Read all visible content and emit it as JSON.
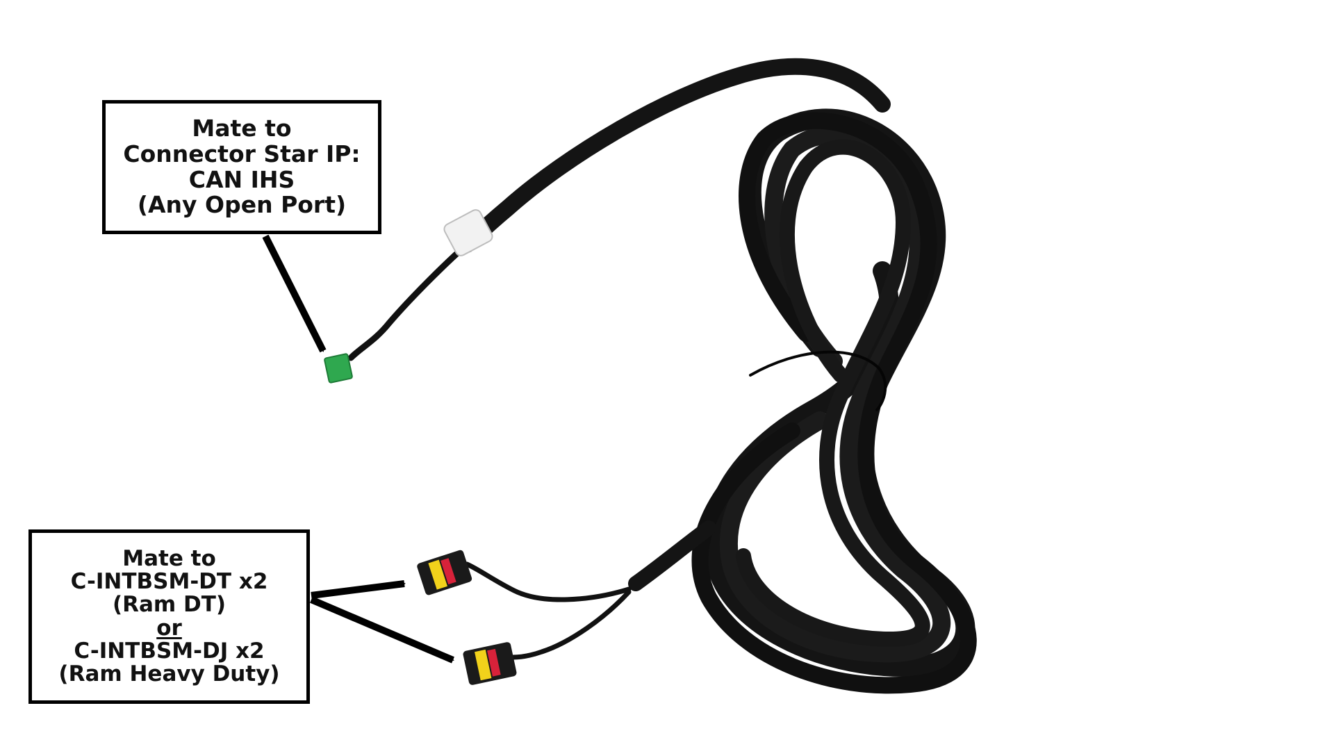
{
  "callout_top": {
    "lines": [
      "Mate to",
      "Connector Star IP:",
      "CAN IHS",
      "(Any Open Port)"
    ]
  },
  "callout_bottom": {
    "lines": [
      "Mate to",
      "C-INTBSM-DT x2",
      "(Ram DT)",
      "or",
      "C-INTBSM-DJ x2",
      "(Ram Heavy Duty)"
    ]
  },
  "colors": {
    "background": "#ffffff",
    "cable": "#141414",
    "connector_green": "#2fa84f",
    "connector_black": "#1a1a1a",
    "connector_yellow": "#f2d21b",
    "connector_red": "#d8223a",
    "label_band": "#f2f2f2"
  }
}
